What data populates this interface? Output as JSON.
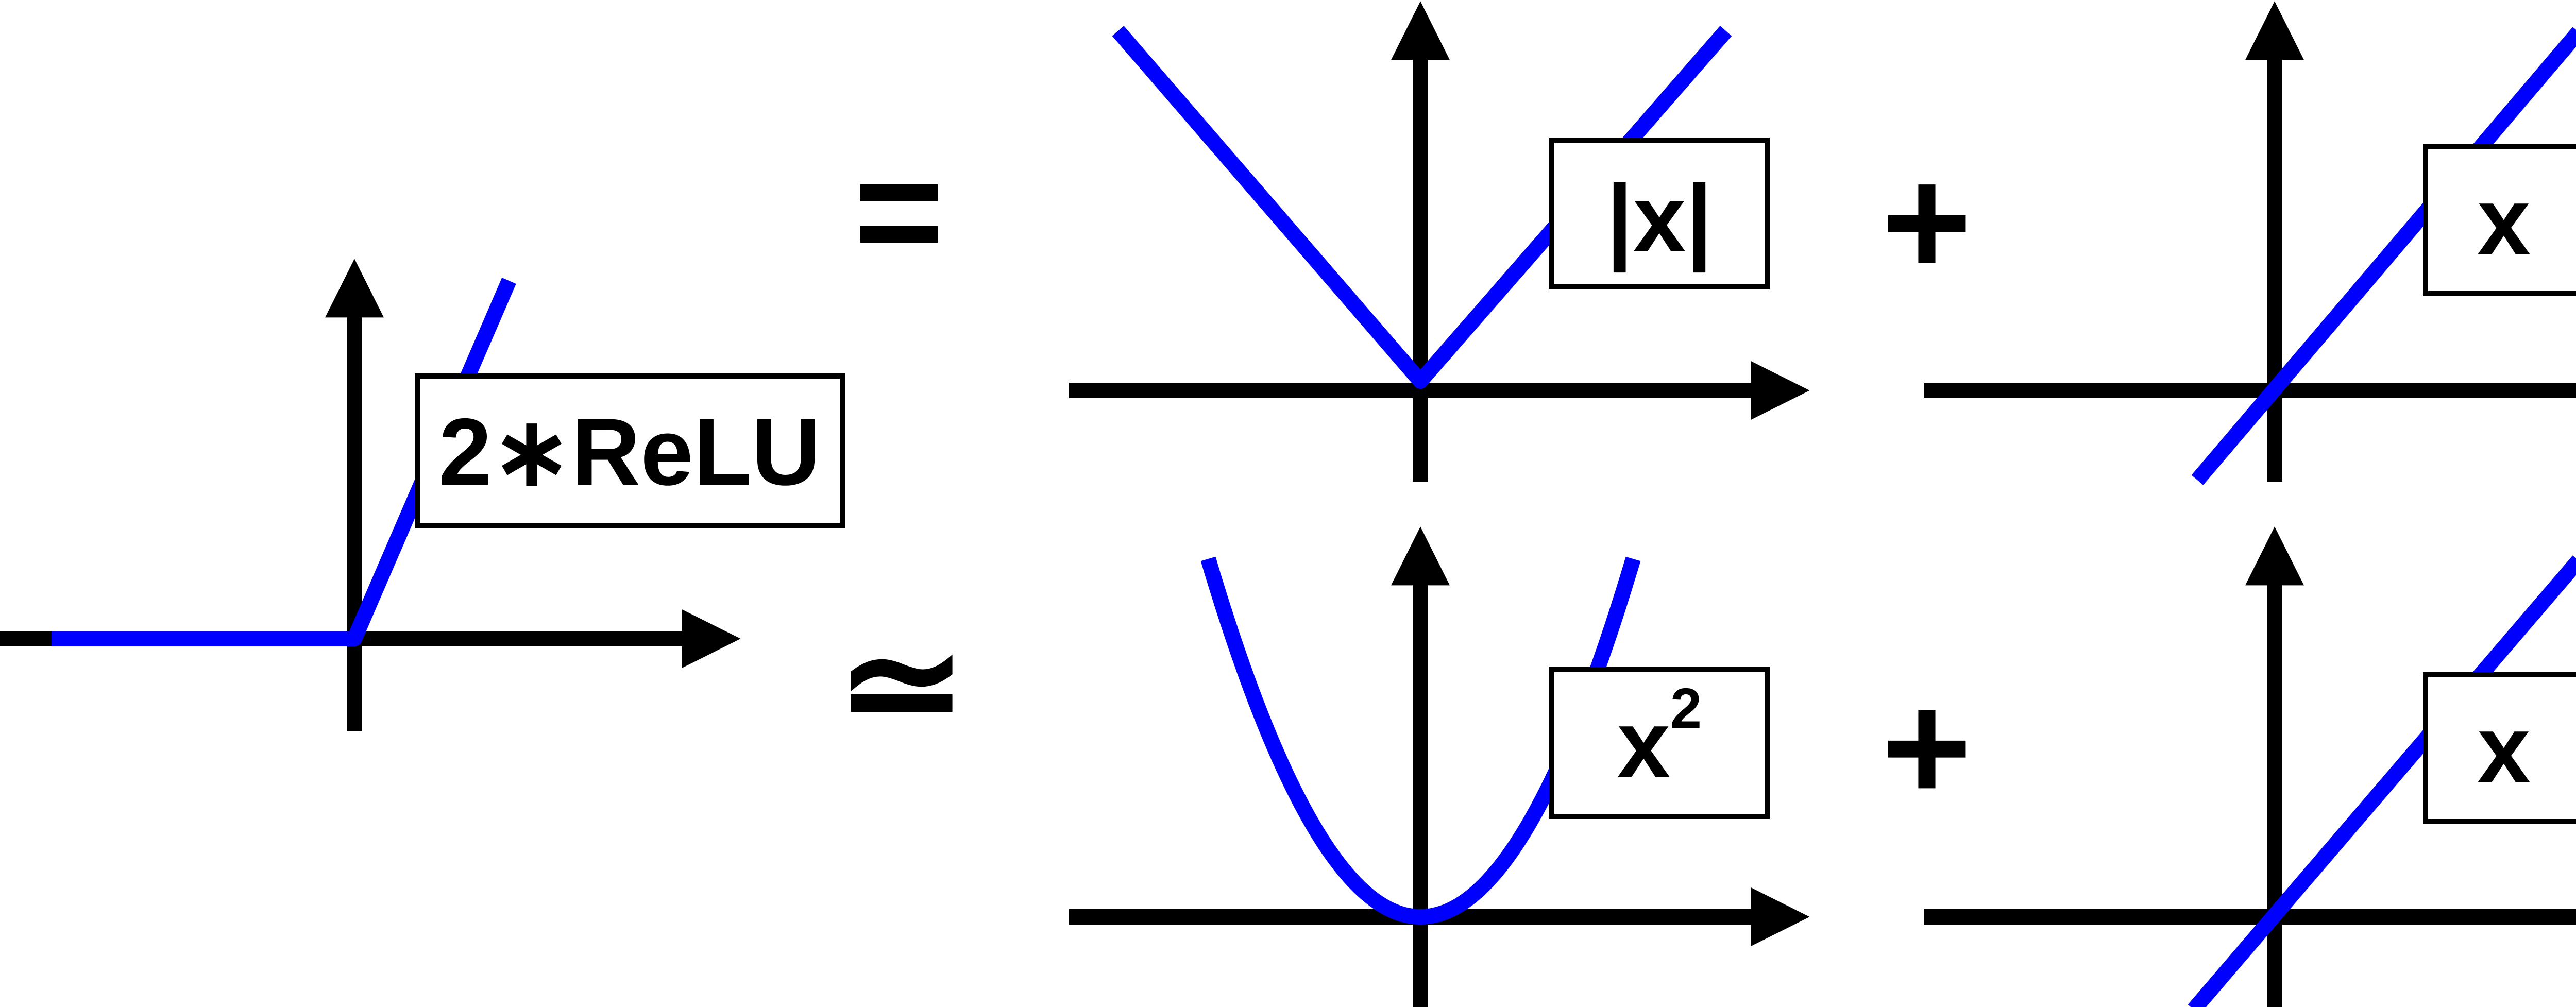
{
  "colors": {
    "curve": "#0000ff",
    "axis": "#000000",
    "label_box": "#ffffff"
  },
  "operators": {
    "equals": "=",
    "approx": "≃",
    "plus_top": "+",
    "plus_bottom": "+"
  },
  "panels": {
    "relu": {
      "label": "2∗ReLU"
    },
    "abs": {
      "label": "|x|"
    },
    "linear_top": {
      "label": "x"
    },
    "square": {
      "label_base": "x",
      "label_exp": "2"
    },
    "linear_bottom": {
      "label": "x"
    }
  }
}
